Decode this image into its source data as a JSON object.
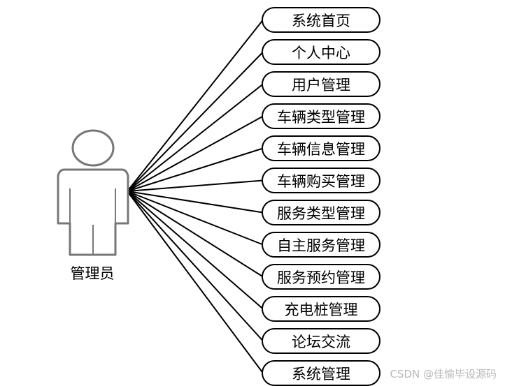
{
  "actor": {
    "label": "管理员"
  },
  "use_cases": [
    "系统首页",
    "个人中心",
    "用户管理",
    "车辆类型管理",
    "车辆信息管理",
    "车辆购买管理",
    "服务类型管理",
    "自主服务管理",
    "服务预约管理",
    "充电桩管理",
    "论坛交流",
    "系统管理"
  ],
  "watermark": "CSDN @佳愉毕设源码",
  "colors": {
    "stroke": "#000000",
    "actor_outline": "#888888",
    "watermark": "#b9b9b9"
  }
}
